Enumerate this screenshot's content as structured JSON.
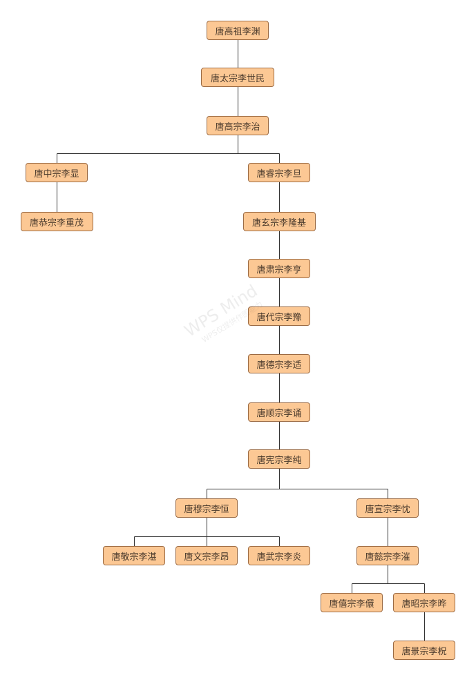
{
  "watermark": {
    "title": "WPS Mind",
    "subtitle": "WPS仅提供作图能力"
  },
  "colors": {
    "node_fill": "#fcc894",
    "node_border": "#9b6a43",
    "line": "#333333"
  },
  "nodes": [
    {
      "id": 0,
      "label": "唐高祖李渊",
      "parent": null
    },
    {
      "id": 1,
      "label": "唐太宗李世民",
      "parent": 0
    },
    {
      "id": 2,
      "label": "唐高宗李治",
      "parent": 1
    },
    {
      "id": 3,
      "label": "唐中宗李显",
      "parent": 2
    },
    {
      "id": 4,
      "label": "唐睿宗李旦",
      "parent": 2
    },
    {
      "id": 5,
      "label": "唐恭宗李重茂",
      "parent": 3
    },
    {
      "id": 6,
      "label": "唐玄宗李隆基",
      "parent": 4
    },
    {
      "id": 7,
      "label": "唐肃宗李亨",
      "parent": 6
    },
    {
      "id": 8,
      "label": "唐代宗李豫",
      "parent": 7
    },
    {
      "id": 9,
      "label": "唐德宗李适",
      "parent": 8
    },
    {
      "id": 10,
      "label": "唐顺宗李诵",
      "parent": 9
    },
    {
      "id": 11,
      "label": "唐宪宗李纯",
      "parent": 10
    },
    {
      "id": 12,
      "label": "唐穆宗李恒",
      "parent": 11
    },
    {
      "id": 13,
      "label": "唐宣宗李忱",
      "parent": 11
    },
    {
      "id": 14,
      "label": "唐敬宗李湛",
      "parent": 12
    },
    {
      "id": 15,
      "label": "唐文宗李昂",
      "parent": 12
    },
    {
      "id": 16,
      "label": "唐武宗李炎",
      "parent": 12
    },
    {
      "id": 17,
      "label": "唐懿宗李漼",
      "parent": 13
    },
    {
      "id": 18,
      "label": "唐僖宗李儇",
      "parent": 17
    },
    {
      "id": 19,
      "label": "唐昭宗李晔",
      "parent": 17
    },
    {
      "id": 20,
      "label": "唐景宗李柷",
      "parent": 19
    }
  ]
}
